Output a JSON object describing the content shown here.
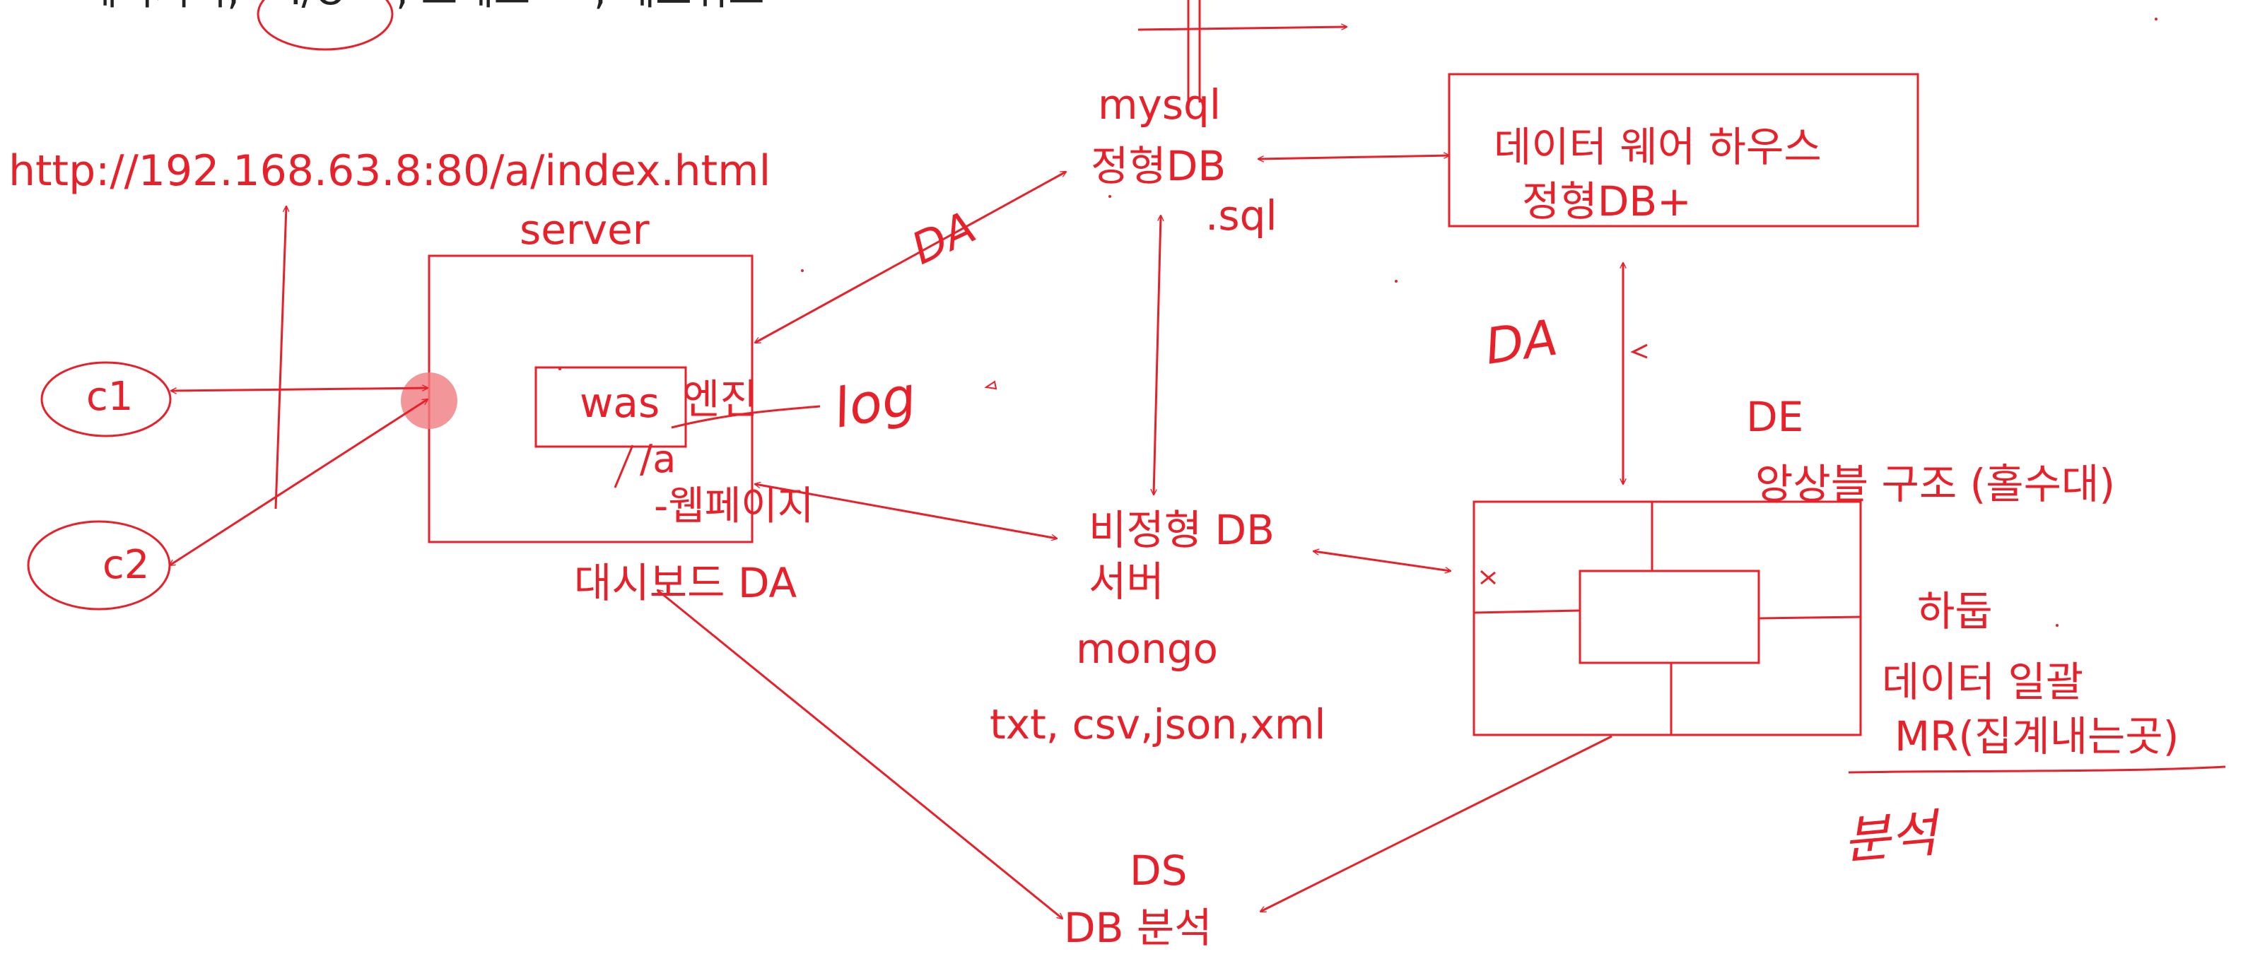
{
  "colors": {
    "ink": "#e8202a",
    "top_text": "#222222",
    "marker": "#f07c80",
    "background": "#ffffff"
  },
  "top_text": {
    "left": "예외처리,",
    "io": "I/O",
    "thread": ", 스레드",
    "network": ", 네트워크"
  },
  "url": "http://192.168.63.8:80/a/index.html",
  "server": {
    "label": "server",
    "inner": "was",
    "engine": "엔진",
    "path": "/a",
    "webpage": "-웹페이지",
    "dashboard": "대시보드 DA"
  },
  "clients": {
    "c1": "c1",
    "c2": "c2"
  },
  "handwriting": {
    "log": "log",
    "da_left": "DA",
    "da_right": "DA",
    "analysis": "분석"
  },
  "mysql": {
    "name": "mysql",
    "type": "정형DB",
    "ext": ".sql"
  },
  "warehouse": {
    "line1": "데이터 웨어 하우스",
    "line2": "정형DB+"
  },
  "nosql": {
    "line1": "비정형 DB",
    "line2": "서버",
    "name": "mongo",
    "formats": "txt, csv,json,xml"
  },
  "de": {
    "label": "DE",
    "structure": "앙상블 구조 (홀수대)",
    "hadoop": "하둡",
    "batch": "데이터 일괄",
    "mr": "MR(집계내는곳)"
  },
  "ds": {
    "label": "DS",
    "sub": "DB 분석"
  }
}
